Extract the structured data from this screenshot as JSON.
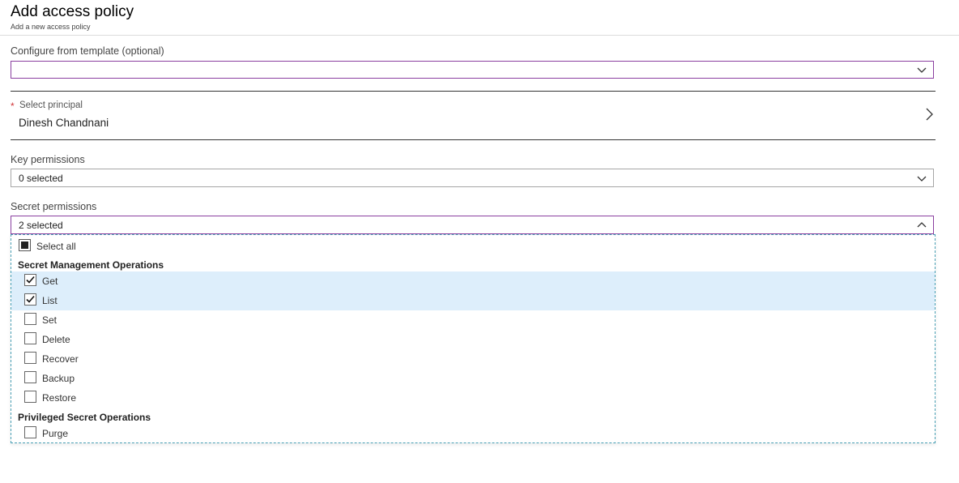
{
  "header": {
    "title": "Add access policy",
    "subtitle": "Add a new access policy"
  },
  "template": {
    "label": "Configure from template (optional)",
    "value": ""
  },
  "principal": {
    "required_mark": "*",
    "label": "Select principal",
    "value": "Dinesh Chandnani"
  },
  "key_permissions": {
    "label": "Key permissions",
    "value": "0 selected"
  },
  "secret_permissions": {
    "label": "Secret permissions",
    "value": "2 selected",
    "select_all": "Select all",
    "groups": [
      {
        "heading": "Secret Management Operations",
        "items": [
          {
            "label": "Get",
            "checked": true
          },
          {
            "label": "List",
            "checked": true
          },
          {
            "label": "Set",
            "checked": false
          },
          {
            "label": "Delete",
            "checked": false
          },
          {
            "label": "Recover",
            "checked": false
          },
          {
            "label": "Backup",
            "checked": false
          },
          {
            "label": "Restore",
            "checked": false
          }
        ]
      },
      {
        "heading": "Privileged Secret Operations",
        "items": [
          {
            "label": "Purge",
            "checked": false
          }
        ]
      }
    ]
  },
  "colors": {
    "focus_border": "#8a3fa0",
    "selected_row": "#ddeefb",
    "required": "#d13438",
    "dropdown_border": "#4aa0b5"
  }
}
